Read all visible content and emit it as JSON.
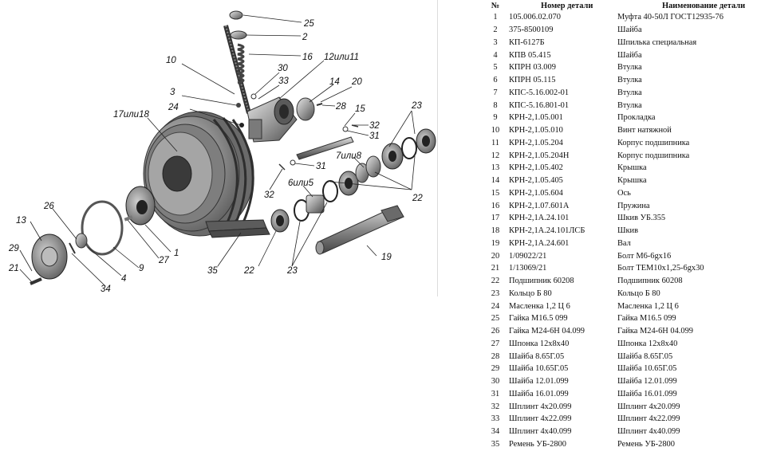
{
  "table": {
    "headers": {
      "num": "№",
      "code": "Номер детали",
      "name": "Наименование детали"
    },
    "rows": [
      {
        "num": "1",
        "code": "105.006.02.070",
        "name": "Муфта 40-50Л ГОСТ12935-76"
      },
      {
        "num": "2",
        "code": "375-8500109",
        "name": "Шайба"
      },
      {
        "num": "3",
        "code": "КП-6127Б",
        "name": "Шпилька специальная"
      },
      {
        "num": "4",
        "code": "КПВ 05.415",
        "name": "Шайба"
      },
      {
        "num": "5",
        "code": "КПРН 03.009",
        "name": "Втулка"
      },
      {
        "num": "6",
        "code": "КПРН 05.115",
        "name": "Втулка"
      },
      {
        "num": "7",
        "code": "КПС-5.16.002-01",
        "name": "Втулка"
      },
      {
        "num": "8",
        "code": "КПС-5.16.801-01",
        "name": "Втулка"
      },
      {
        "num": "9",
        "code": "КРН-2,1.05.001",
        "name": "Прокладка"
      },
      {
        "num": "10",
        "code": "КРН-2,1.05.010",
        "name": "Винт натяжной"
      },
      {
        "num": "11",
        "code": "КРН-2,1.05.204",
        "name": "Корпус подшипника"
      },
      {
        "num": "12",
        "code": "КРН-2,1.05.204Н",
        "name": "Корпус подшипника"
      },
      {
        "num": "13",
        "code": "КРН-2,1.05.402",
        "name": "Крышка"
      },
      {
        "num": "14",
        "code": "КРН-2,1.05.405",
        "name": "Крышка"
      },
      {
        "num": "15",
        "code": "КРН-2,1.05.604",
        "name": "Ось"
      },
      {
        "num": "16",
        "code": "КРН-2,1.07.601А",
        "name": "Пружина"
      },
      {
        "num": "17",
        "code": "КРН-2,1А.24.101",
        "name": "Шкив УБ.355"
      },
      {
        "num": "18",
        "code": "КРН-2,1А.24.101ЛСБ",
        "name": "Шкив"
      },
      {
        "num": "19",
        "code": "КРН-2,1А.24.601",
        "name": "Вал"
      },
      {
        "num": "20",
        "code": "1/09022/21",
        "name": "Болт М6-6gх16"
      },
      {
        "num": "21",
        "code": "1/13069/21",
        "name": "Болт ТЕМ10х1,25-6gх30"
      },
      {
        "num": "22",
        "code": "Подшипник 60208",
        "name": "Подшипник 60208"
      },
      {
        "num": "23",
        "code": "Кольцо Б 80",
        "name": "Кольцо Б 80"
      },
      {
        "num": "24",
        "code": "Масленка 1,2 Ц 6",
        "name": "Масленка 1,2 Ц 6"
      },
      {
        "num": "25",
        "code": "Гайка М16.5 099",
        "name": "Гайка М16.5 099"
      },
      {
        "num": "26",
        "code": "Гайка М24-6Н 04.099",
        "name": "Гайка М24-6Н 04.099"
      },
      {
        "num": "27",
        "code": "Шпонка 12х8х40",
        "name": "Шпонка 12х8х40"
      },
      {
        "num": "28",
        "code": "Шайба 8.65Г.05",
        "name": "Шайба 8.65Г.05"
      },
      {
        "num": "29",
        "code": "Шайба 10.65Г.05",
        "name": "Шайба 10.65Г.05"
      },
      {
        "num": "30",
        "code": "Шайба 12.01.099",
        "name": "Шайба 12.01.099"
      },
      {
        "num": "31",
        "code": "Шайба 16.01.099",
        "name": "Шайба 16.01.099"
      },
      {
        "num": "32",
        "code": "Шплинт 4х20.099",
        "name": "Шплинт 4х20.099"
      },
      {
        "num": "33",
        "code": "Шплинт 4х22.099",
        "name": "Шплинт 4х22.099"
      },
      {
        "num": "34",
        "code": "Шплинт 4х40.099",
        "name": "Шплинт 4х40.099"
      },
      {
        "num": "35",
        "code": "Ремень УБ-2800",
        "name": "Ремень УБ-2800"
      }
    ]
  },
  "diagram": {
    "labels": [
      "25",
      "2",
      "16",
      "10",
      "30",
      "33",
      "12или11",
      "3",
      "14",
      "20",
      "24",
      "28",
      "17или18",
      "15",
      "32",
      "31",
      "23",
      "7или8",
      "31",
      "32",
      "6или5",
      "22",
      "13",
      "26",
      "29",
      "21",
      "9",
      "4",
      "34",
      "27",
      "1",
      "35",
      "22",
      "23",
      "19"
    ]
  },
  "colors": {
    "metal_dark": "#5a5a5a",
    "metal_mid": "#9a9a9a",
    "metal_light": "#d8d8d8",
    "leader": "#222222"
  }
}
